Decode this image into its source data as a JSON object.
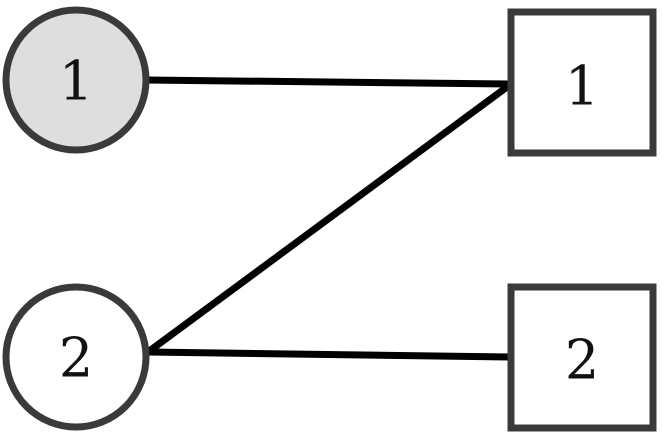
{
  "colors": {
    "stroke": "#3a3a3a",
    "edge": "#000000",
    "shaded_fill": "#dedede",
    "plain_fill": "#ffffff"
  },
  "circle_nodes": [
    {
      "label": "1",
      "shaded": true
    },
    {
      "label": "2",
      "shaded": false
    }
  ],
  "square_nodes": [
    {
      "label": "1"
    },
    {
      "label": "2"
    }
  ],
  "edges": [
    {
      "from": "circle-1",
      "to": "square-1"
    },
    {
      "from": "circle-2",
      "to": "square-1"
    },
    {
      "from": "circle-2",
      "to": "square-2"
    }
  ]
}
